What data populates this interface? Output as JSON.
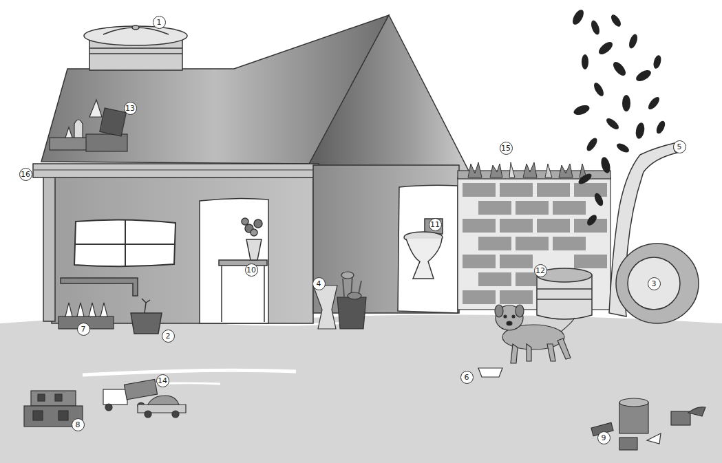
{
  "diagram": {
    "labels": [
      "1",
      "2",
      "3",
      "4",
      "5",
      "6",
      "7",
      "8",
      "9",
      "10",
      "11",
      "12",
      "13",
      "14",
      "15",
      "16"
    ]
  }
}
